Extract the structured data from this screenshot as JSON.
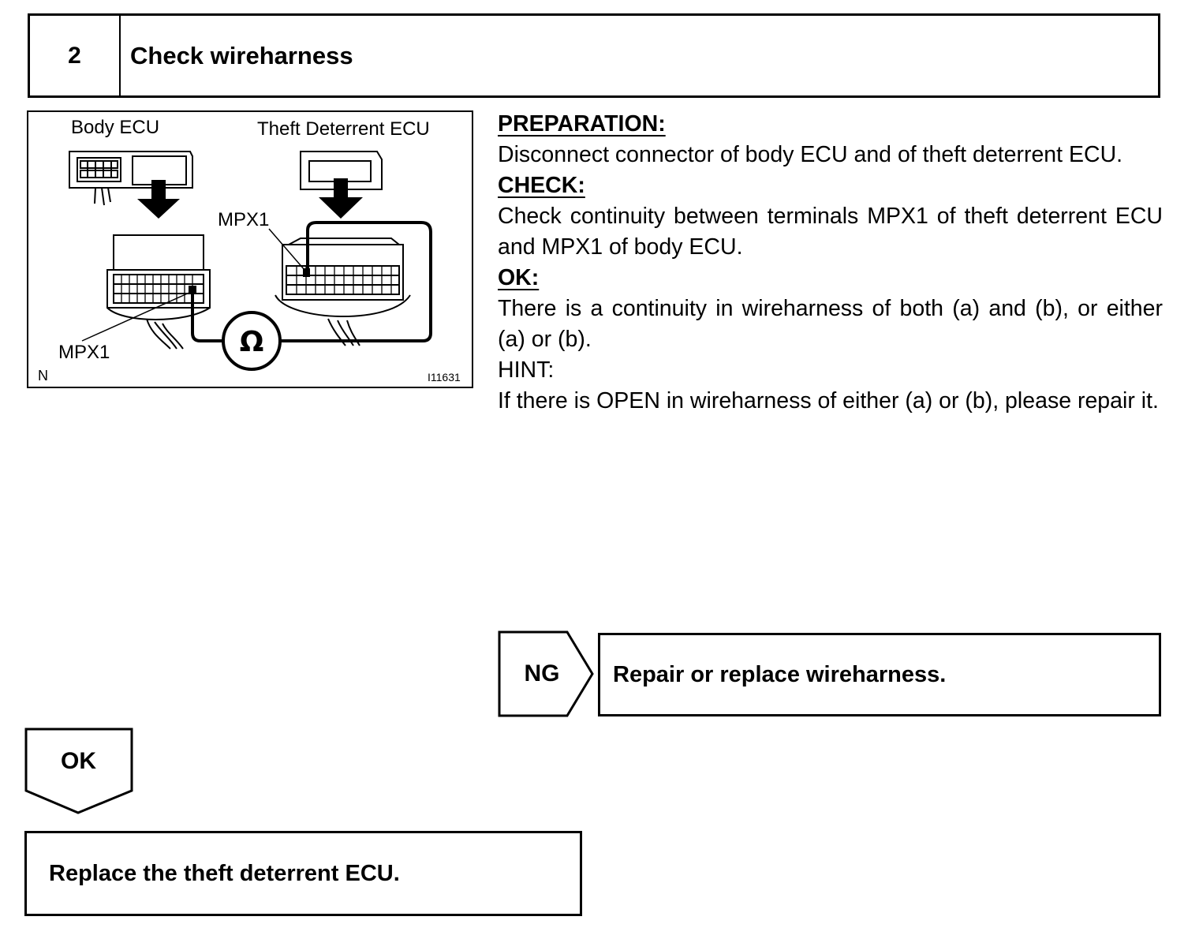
{
  "step": {
    "number": "2",
    "title": "Check wireharness"
  },
  "figure": {
    "label_body_ecu": "Body ECU",
    "label_theft_ecu": "Theft Deterrent ECU",
    "label_mpx1_top": "MPX1",
    "label_mpx1_bottom": "MPX1",
    "ohm_symbol": "Ω",
    "corner_letter": "N",
    "figure_id": "I11631"
  },
  "instructions": {
    "preparation_heading": "PREPARATION:",
    "preparation_text": "Disconnect connector of body ECU and of theft deterrent ECU.",
    "check_heading": "CHECK:",
    "check_text": "Check continuity between terminals MPX1 of theft deterrent ECU and MPX1 of body ECU.",
    "ok_heading": "OK:",
    "ok_text": "There is a continuity in wireharness of both (a) and (b), or either (a) or (b).",
    "hint_heading": "HINT:",
    "hint_text": "If there is OPEN in wireharness of either (a) or (b), please repair it."
  },
  "ng_branch": {
    "label": "NG",
    "action": "Repair or replace wireharness."
  },
  "ok_branch": {
    "label": "OK",
    "action": "Replace the theft deterrent ECU."
  }
}
